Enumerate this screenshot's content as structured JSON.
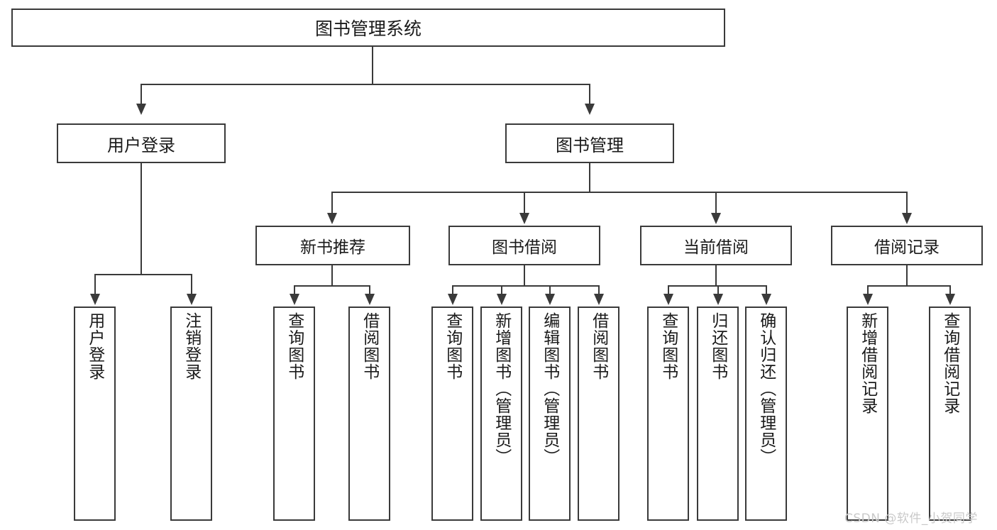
{
  "diagram": {
    "title": "图书管理系统",
    "type": "tree",
    "root": {
      "label": "图书管理系统"
    },
    "level1": [
      {
        "label": "用户登录"
      },
      {
        "label": "图书管理"
      }
    ],
    "level2": [
      {
        "label": "新书推荐"
      },
      {
        "label": "图书借阅"
      },
      {
        "label": "当前借阅"
      },
      {
        "label": "借阅记录"
      }
    ],
    "leaves": {
      "user_login": [
        {
          "label": "用户登录"
        },
        {
          "label": "注销登录"
        }
      ],
      "new_book_recommend": [
        {
          "label": "查询图书"
        },
        {
          "label": "借阅图书"
        }
      ],
      "book_borrow": [
        {
          "label": "查询图书"
        },
        {
          "label": "新增图书（管理员）"
        },
        {
          "label": "编辑图书（管理员）"
        },
        {
          "label": "借阅图书"
        }
      ],
      "current_borrow": [
        {
          "label": "查询图书"
        },
        {
          "label": "归还图书"
        },
        {
          "label": "确认归还（管理员）"
        }
      ],
      "borrow_record": [
        {
          "label": "新增借阅记录"
        },
        {
          "label": "查询借阅记录"
        }
      ]
    }
  },
  "watermark": {
    "text": "CSDN @软件_小贺同学"
  },
  "colors": {
    "stroke": "#3a3a3a",
    "background": "#ffffff",
    "text": "#1a1a1a",
    "watermark": "#c9c9c9"
  }
}
